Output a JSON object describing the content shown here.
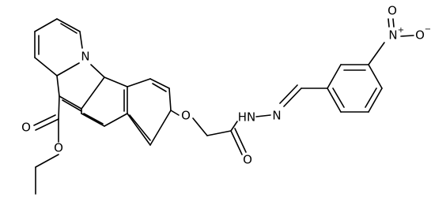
{
  "molecule": {
    "atoms": {
      "n_ring": "N",
      "o_ester_carbonyl": "O",
      "o_ester_ether": "O",
      "o_aryl_ether": "O",
      "o_amide": "O",
      "hn": "HN",
      "n_imine": "N",
      "n_nitro": "N",
      "n_nitro_plus": "+",
      "o_nitro_top": "O",
      "o_nitro_right": "O",
      "o_nitro_minus": "−"
    }
  }
}
